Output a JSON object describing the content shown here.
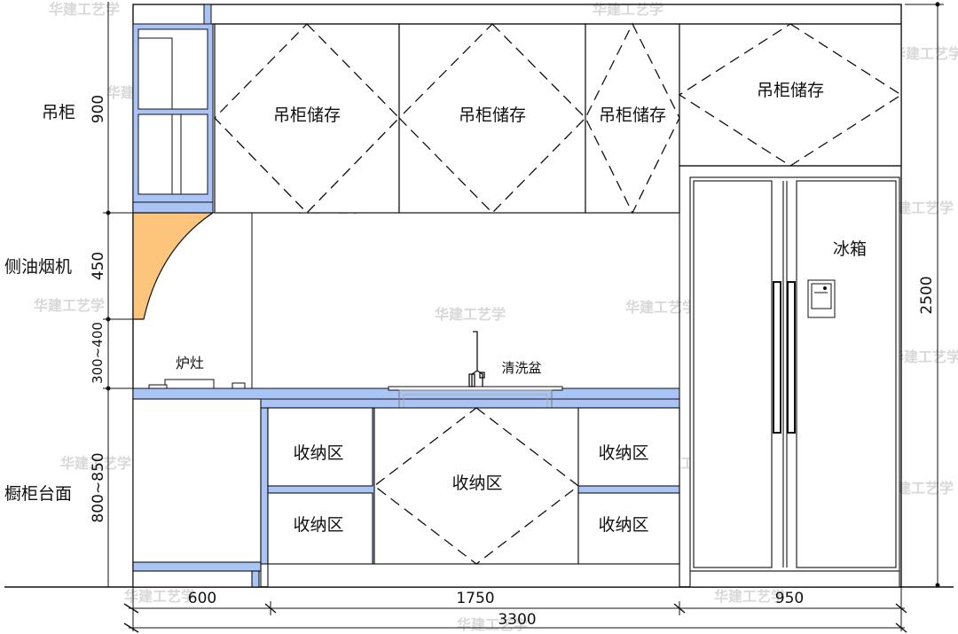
{
  "zones": {
    "wall_cabinet": "吊柜",
    "range_hood": "侧油烟机",
    "base_counter": "橱柜台面"
  },
  "heights": {
    "wall": "900",
    "hood": "450",
    "gap": "300~400",
    "base": "800~850",
    "total": "2500"
  },
  "widths": {
    "left": "600",
    "middle": "1750",
    "right": "950",
    "total": "3300"
  },
  "labels": {
    "upper_storage": "吊柜储存",
    "storage": "收纳区",
    "stove": "炉灶",
    "sink": "清洗盆",
    "fridge": "冰箱"
  },
  "watermark": "华建工艺学",
  "colors": {
    "panel_blue": "#a9c4f5",
    "hood_orange": "#fdc47c",
    "line": "#111111"
  }
}
